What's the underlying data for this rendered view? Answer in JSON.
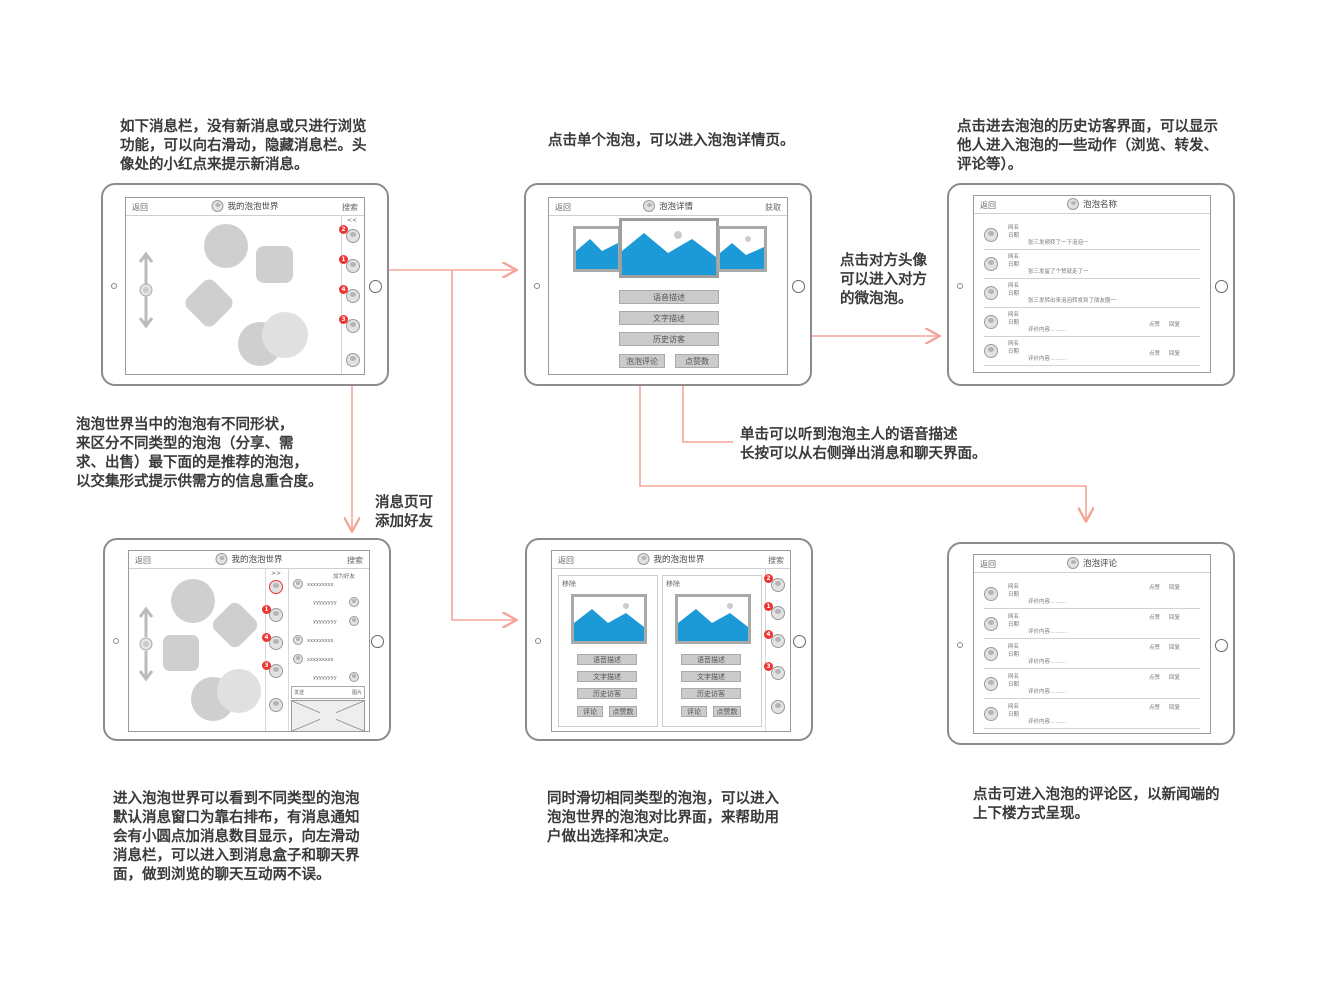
{
  "notes": {
    "n1": "如下消息栏，没有新消息或只进行浏览\n功能，可以向右滑动，隐藏消息栏。头\n像处的小红点来提示新消息。",
    "n2": "点击单个泡泡，可以进入泡泡详情页。",
    "n3": "点击进去泡泡的历史访客界面，可以显示\n他人进入泡泡的一些动作（浏览、转发、\n评论等）。",
    "n4": "点击对方头像\n可以进入对方\n的微泡泡。",
    "n5": "泡泡世界当中的泡泡有不同形状，\n来区分不同类型的泡泡（分享、需\n求、出售）最下面的是推荐的泡泡，\n以交集形式提示供需方的信息重合度。",
    "n6": "单击可以听到泡泡主人的语音描述\n长按可以从右侧弹出消息和聊天界面。",
    "n7": "消息页可\n添加好友",
    "n8": "进入泡泡世界可以看到不同类型的泡泡\n默认消息窗口为靠右排布，有消息通知\n会有小圆点加消息数目显示，向左滑动\n消息栏，可以进入到消息盒子和聊天界\n面，做到浏览的聊天互动两不误。",
    "n9": "同时滑切相同类型的泡泡，可以进入\n泡泡世界的泡泡对比界面，来帮助用\n户做出选择和决定。",
    "n10": "点击可进入泡泡的评论区，以新闻端的\n上下楼方式呈现。"
  },
  "s1": {
    "back": "返回",
    "title": "我的泡泡世界",
    "search": "搜索",
    "arrows": "<<",
    "badges": [
      "2",
      "1",
      "4",
      "3"
    ]
  },
  "s2": {
    "back": "返回",
    "title": "泡泡详情",
    "get": "获取",
    "buttons": [
      "语音描述",
      "文字描述",
      "历史访客"
    ],
    "comment": "泡泡评论",
    "likes": "点赞数"
  },
  "s3": {
    "back": "返回",
    "title": "泡泡名称",
    "rows": [
      {
        "name": "网名",
        "date": "日期",
        "msg": "张三发频转了一下泡泡一",
        "a1": "",
        "a2": ""
      },
      {
        "name": "网名",
        "date": "日期",
        "msg": "张三发留了个赞就走了一",
        "a1": "",
        "a2": ""
      },
      {
        "name": "网名",
        "date": "日期",
        "msg": "张三发转出来泡泡转发到了朋友圈一",
        "a1": "",
        "a2": ""
      },
      {
        "name": "网名",
        "date": "日期",
        "msg": "评价内容………",
        "a1": "点赞",
        "a2": "回复"
      },
      {
        "name": "网名",
        "date": "日期",
        "msg": "评价内容………",
        "a1": "点赞",
        "a2": "回复"
      }
    ]
  },
  "s4": {
    "back": "返回",
    "title": "我的泡泡世界",
    "search": "搜索",
    "arrows": ">>",
    "add": "加为好友",
    "contacts": [
      "xxxxxxxxx",
      "yyyyyyyy",
      "yyyyyyyy",
      "xxxxxxxxx",
      "xxxxxxxxx",
      "yyyyyyyy"
    ],
    "send": "发送",
    "image": "图片",
    "badges": [
      "1",
      "4",
      "3"
    ]
  },
  "s5": {
    "back": "返回",
    "title": "我的泡泡世界",
    "search": "搜索",
    "remove": "移除",
    "buttons": [
      "语音描述",
      "文字描述",
      "历史访客"
    ],
    "comment": "评论",
    "likes": "点赞数",
    "badges": [
      "2",
      "1",
      "4",
      "3"
    ]
  },
  "s6": {
    "back": "返回",
    "title": "泡泡评论",
    "rows": [
      {
        "name": "网名",
        "date": "日期",
        "msg": "评价内容………",
        "a1": "点赞",
        "a2": "回复"
      },
      {
        "name": "网名",
        "date": "日期",
        "msg": "评价内容………",
        "a1": "点赞",
        "a2": "回复"
      },
      {
        "name": "网名",
        "date": "日期",
        "msg": "评价内容………",
        "a1": "点赞",
        "a2": "回复"
      },
      {
        "name": "网名",
        "date": "日期",
        "msg": "评价内容………",
        "a1": "点赞",
        "a2": "回复"
      },
      {
        "name": "网名",
        "date": "日期",
        "msg": "评价内容………",
        "a1": "点赞",
        "a2": "回复"
      }
    ]
  },
  "colors": {
    "connector": "#f4a597",
    "image": "#1b9ad7",
    "badge": "#e33333"
  }
}
